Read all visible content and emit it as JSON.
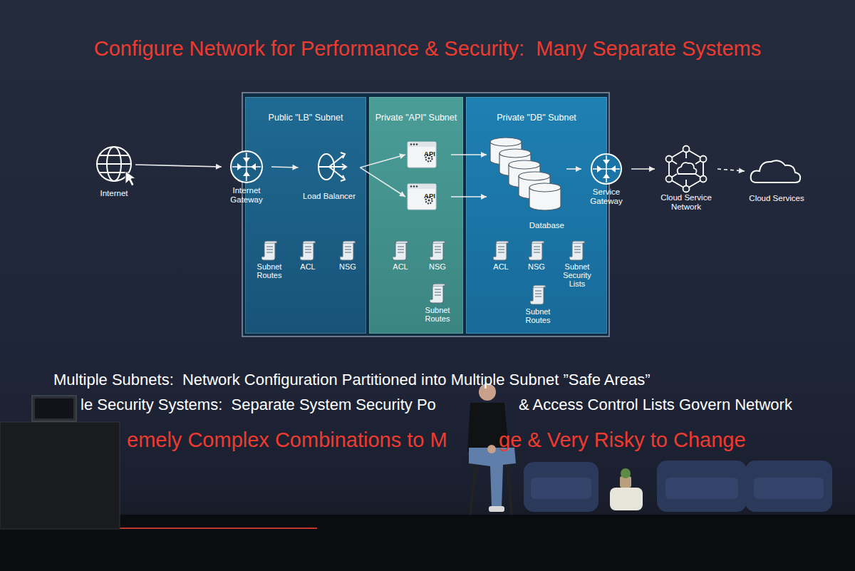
{
  "diagram": {
    "title": "Configure Network for Performance & Security:  Many Separate Systems",
    "nodes": [
      {
        "text": [
          "Internet"
        ]
      },
      {
        "text": [
          "Internet Gateway"
        ]
      },
      {
        "text": [
          "Public \"LB\" Subnet"
        ]
      },
      {
        "text": [
          "Load Balancer"
        ],
        "in": 2
      },
      {
        "text": [
          "Private \"API\" Subnet"
        ]
      },
      {
        "text": [
          "API"
        ],
        "in": 4
      },
      {
        "text": [
          "API"
        ],
        "in": 4
      },
      {
        "text": [
          "Private \"DB\" Subnet"
        ]
      },
      {
        "text": [
          "Database"
        ],
        "in": 7
      },
      {
        "text": [
          "Service Gateway"
        ]
      },
      {
        "text": [
          "Cloud Service Network"
        ]
      },
      {
        "text": [
          "Cloud Services"
        ]
      }
    ],
    "edges": [
      {
        "from": 0,
        "to": 1,
        "arrow": "to"
      },
      {
        "from": 1,
        "to": 3,
        "arrow": "to"
      },
      {
        "from": 3,
        "to": 5,
        "arrow": "to"
      },
      {
        "from": 3,
        "to": 6,
        "arrow": "to"
      },
      {
        "from": 5,
        "to": 8,
        "arrow": "to"
      },
      {
        "from": 6,
        "to": 8,
        "arrow": "to"
      },
      {
        "from": 8,
        "to": 9,
        "arrow": "to"
      },
      {
        "from": 9,
        "to": 10,
        "arrow": "to"
      },
      {
        "from": 10,
        "to": 11,
        "arrow": "to"
      }
    ],
    "labels": [
      "Subnet Routes",
      "ACL",
      "NSG",
      "ACL",
      "NSG",
      "Subnet Routes",
      "ACL",
      "NSG",
      "Subnet Security Lists",
      "Subnet Routes",
      "Multiple Subnets:  Network Configuration Partitioned into Multiple Subnet ”Safe Areas”",
      "le Security Systems:  Separate System Security Po",
      "& Access Control Lists Govern Network",
      "emely Complex Combinations to M",
      "ge & Very Risky to Change"
    ]
  }
}
